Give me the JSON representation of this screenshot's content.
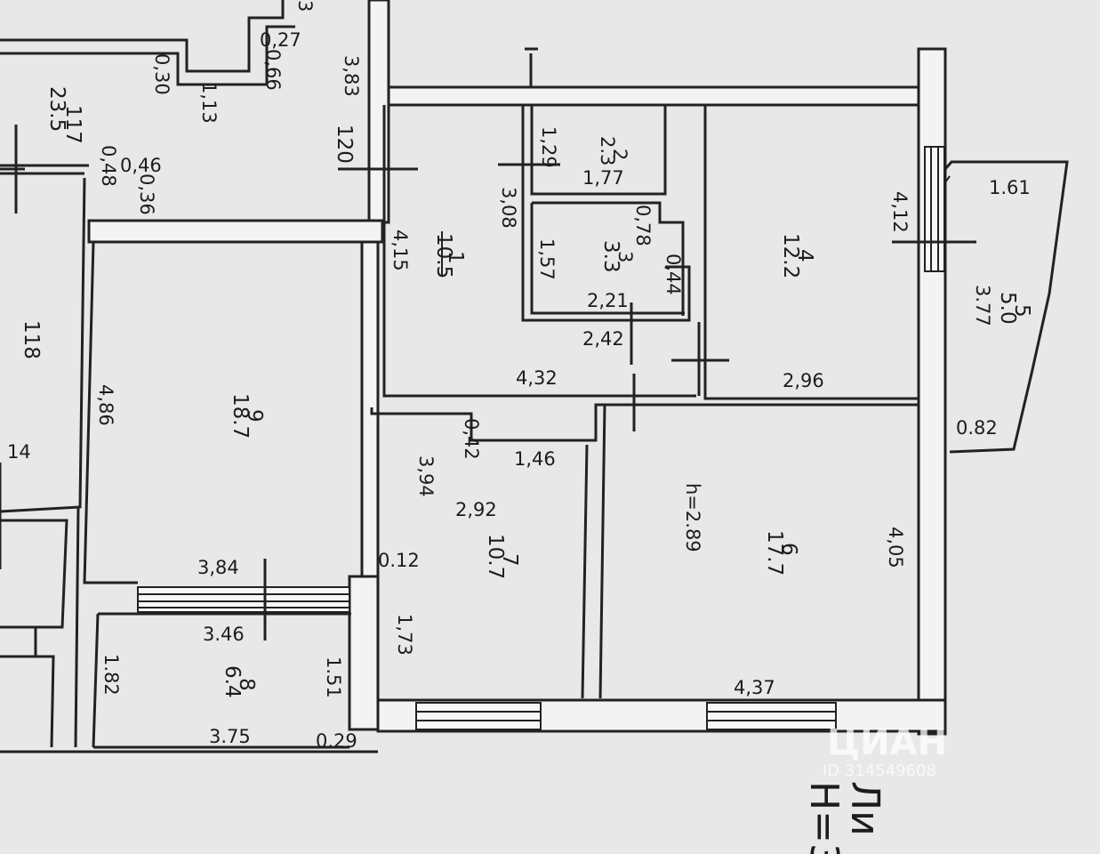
{
  "rooms": [
    {
      "num": "1",
      "area": "10.5"
    },
    {
      "num": "2",
      "area": "2.3"
    },
    {
      "num": "3",
      "area": "3.3"
    },
    {
      "num": "4",
      "area": "12.2"
    },
    {
      "num": "5",
      "area": "5.0"
    },
    {
      "num": "6",
      "area": "17.7"
    },
    {
      "num": "7",
      "area": "10.7"
    },
    {
      "num": "8",
      "area": "6.4"
    },
    {
      "num": "9",
      "area": "18.7"
    },
    {
      "num": "117",
      "area": "23.5"
    },
    {
      "num": "118",
      "area": ""
    }
  ],
  "dims": {
    "d027": "0,27",
    "d066": "0,66",
    "d030": "0,30",
    "d113": "1,13",
    "d383": "3,83",
    "d120": "120",
    "d046": "0,46",
    "d036": "0,36",
    "d048": "0,48",
    "d129": "1,29",
    "d177": "1,77",
    "d308": "3,08",
    "d078": "0,78",
    "d157": "1,57",
    "d044": "0,44",
    "d221": "2,21",
    "d242": "2,42",
    "d415": "4,15",
    "d432": "4,32",
    "d412": "4,12",
    "d161": "1.61",
    "d377": "3.77",
    "d296": "2,96",
    "d082": "0.82",
    "d486": "4,86",
    "d042": "0,42",
    "d146": "1,46",
    "d394": "3,94",
    "d292": "2,92",
    "d012": "0.12",
    "d173": "1,73",
    "d384": "3,84",
    "d346": "3.46",
    "d182": "1.82",
    "d151": "1.51",
    "d375": "3.75",
    "d029": "0.29",
    "d405": "4,05",
    "d437": "4,37",
    "d14": "14",
    "d3": "3"
  },
  "height_note": "h=2.89",
  "watermark": {
    "brand": "ЦИАН",
    "id": "ID 314549608"
  },
  "title_block": {
    "line1": "Ли",
    "line2": "Н=3"
  }
}
